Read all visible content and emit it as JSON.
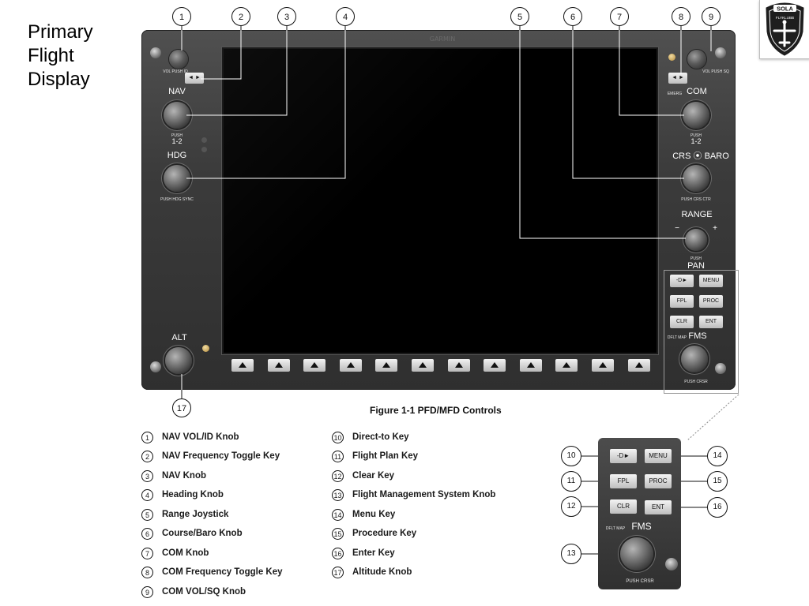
{
  "slide_title": "Primary Flight Display",
  "logo": {
    "name": "SOLA",
    "subtitle": "FLYKLUBB"
  },
  "device": {
    "brand": "GARMIN",
    "left_panel": {
      "vol_label": "VOL",
      "vol_sub": "PUSH ID",
      "nav_label": "NAV",
      "nav_push": "PUSH",
      "nav_push_sub": "1-2",
      "hdg_label": "HDG",
      "hdg_push": "PUSH HDG SYNC",
      "alt_label": "ALT",
      "toggle_glyph": "◄ ►"
    },
    "right_panel": {
      "vol_label": "VOL",
      "vol_sub": "PUSH SQ",
      "com_label": "COM",
      "com_toggle_sub": "EMERG",
      "com_push": "PUSH",
      "com_push_sub": "1-2",
      "crs_baro_label": "CRS ⦿ BARO",
      "crs_push": "PUSH CRS CTR",
      "range_label": "RANGE",
      "range_minus": "−",
      "range_plus": "+",
      "pan_push": "PUSH",
      "pan_label": "PAN",
      "toggle_glyph": "◄ ►"
    },
    "fms_keys": {
      "direct": "-D►",
      "menu": "MENU",
      "fpl": "FPL",
      "proc": "PROC",
      "clr": "CLR",
      "ent": "ENT",
      "fms": "FMS",
      "dflt_map": "DFLT MAP",
      "push_crsr": "PUSH CRSR"
    },
    "softkey_count": 12
  },
  "callouts": [
    "1",
    "2",
    "3",
    "4",
    "5",
    "6",
    "7",
    "8",
    "9",
    "17"
  ],
  "figure_caption": "Figure 1-1  PFD/MFD Controls",
  "legend_left": [
    {
      "num": "1",
      "label": "NAV VOL/ID Knob"
    },
    {
      "num": "2",
      "label": "NAV Frequency Toggle Key"
    },
    {
      "num": "3",
      "label": "NAV Knob"
    },
    {
      "num": "4",
      "label": "Heading Knob"
    },
    {
      "num": "5",
      "label": "Range Joystick"
    },
    {
      "num": "6",
      "label": "Course/Baro Knob"
    },
    {
      "num": "7",
      "label": "COM Knob"
    },
    {
      "num": "8",
      "label": "COM Frequency Toggle Key"
    },
    {
      "num": "9",
      "label": "COM VOL/SQ Knob"
    }
  ],
  "legend_right": [
    {
      "num": "10",
      "label": "Direct-to Key"
    },
    {
      "num": "11",
      "label": "Flight Plan Key"
    },
    {
      "num": "12",
      "label": "Clear Key"
    },
    {
      "num": "13",
      "label": "Flight Management System Knob"
    },
    {
      "num": "14",
      "label": "Menu Key"
    },
    {
      "num": "15",
      "label": "Procedure Key"
    },
    {
      "num": "16",
      "label": "Enter Key"
    },
    {
      "num": "17",
      "label": "Altitude Knob"
    }
  ],
  "inset": {
    "callouts": [
      "10",
      "11",
      "12",
      "13",
      "14",
      "15",
      "16"
    ],
    "keys": {
      "direct": "-D►",
      "menu": "MENU",
      "fpl": "FPL",
      "proc": "PROC",
      "clr": "CLR",
      "ent": "ENT"
    },
    "fms": "FMS",
    "dflt_map": "DFLT MAP",
    "push_crsr": "PUSH CRSR"
  },
  "colors": {
    "bezel": "#3b3b3b",
    "screen": "#000000",
    "key_face": "#e6e6e6",
    "lamp": "#d9b46a"
  }
}
